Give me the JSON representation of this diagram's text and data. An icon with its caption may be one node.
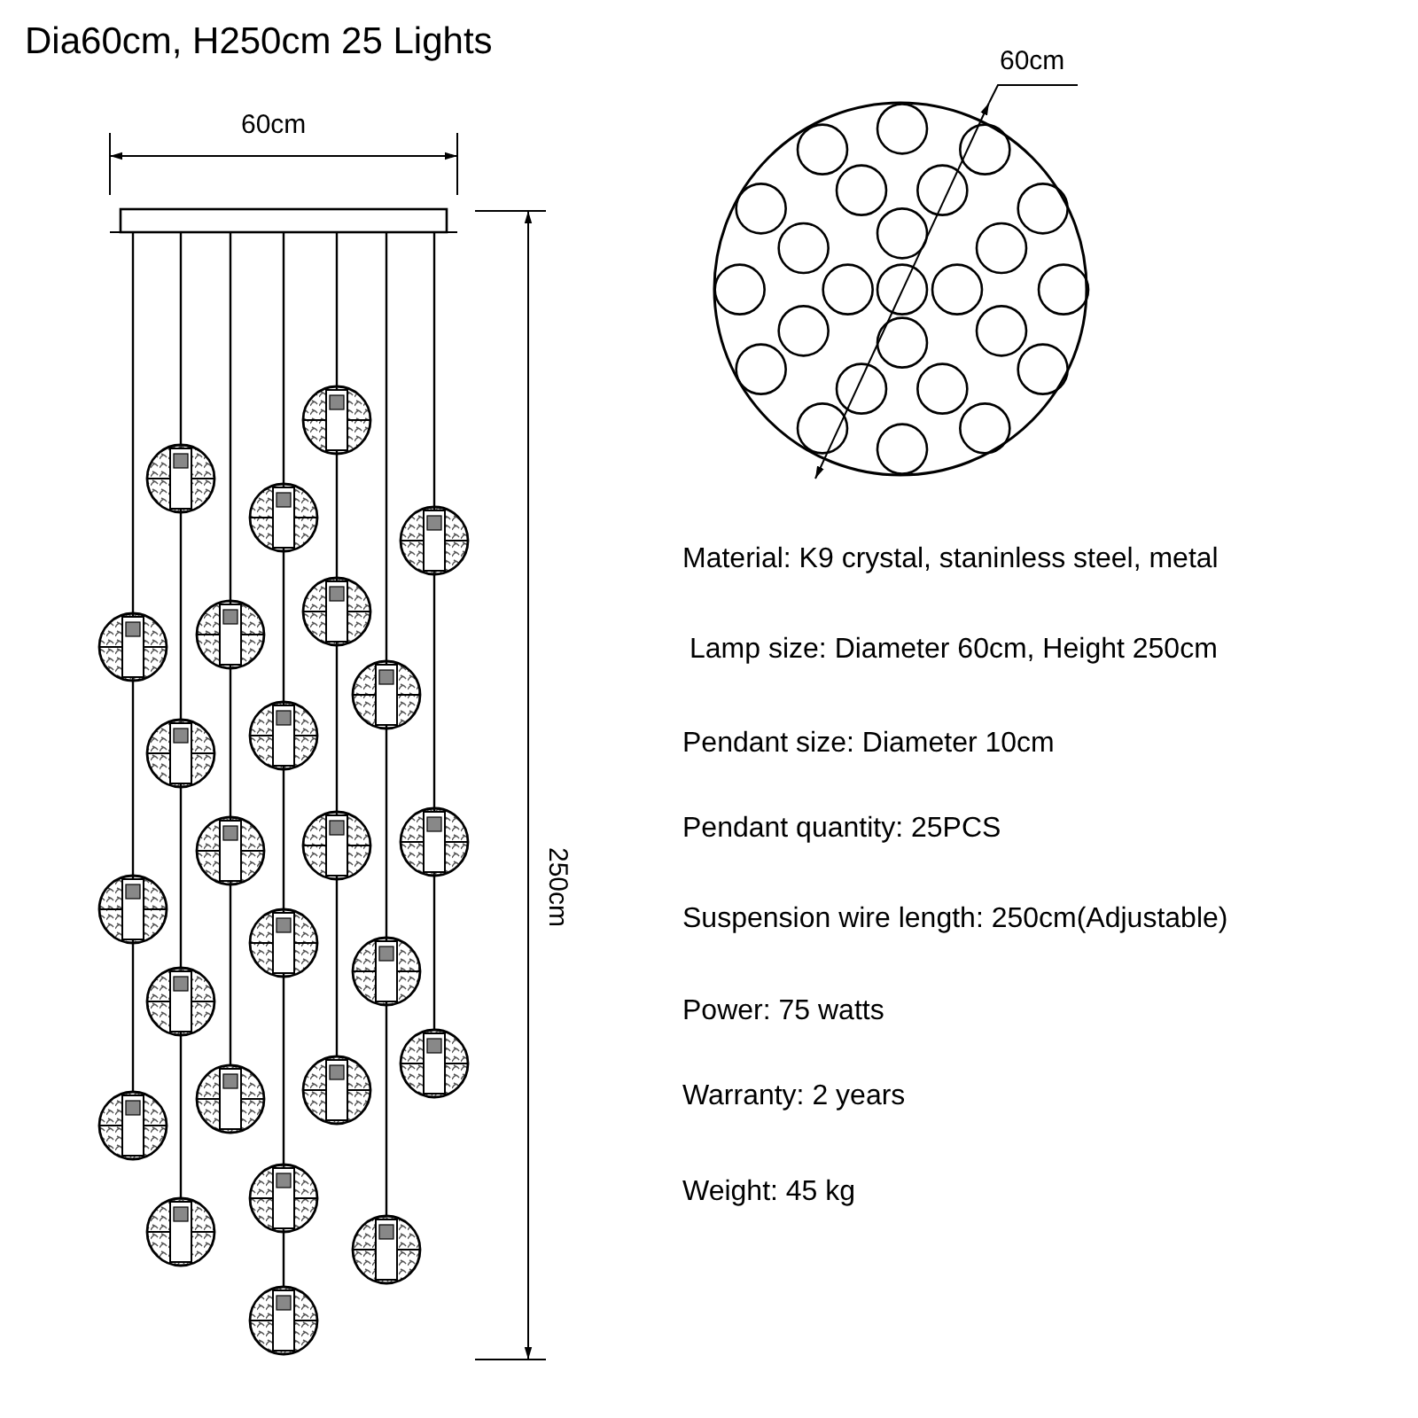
{
  "diagram": {
    "title": "Dia60cm, H250cm  25 Lights",
    "labels": [
      "60cm",
      "60cm",
      "250cm",
      "Material: K9 crystal, staninless steel, metal",
      "Lamp size: Diameter 60cm, Height 250cm",
      "Pendant size: Diameter 10cm",
      "Pendant quantity: 25PCS",
      "Suspension wire length: 250cm(Adjustable)",
      "Power: 75 watts",
      "Warranty: 2 years",
      "Weight: 45 kg"
    ]
  }
}
